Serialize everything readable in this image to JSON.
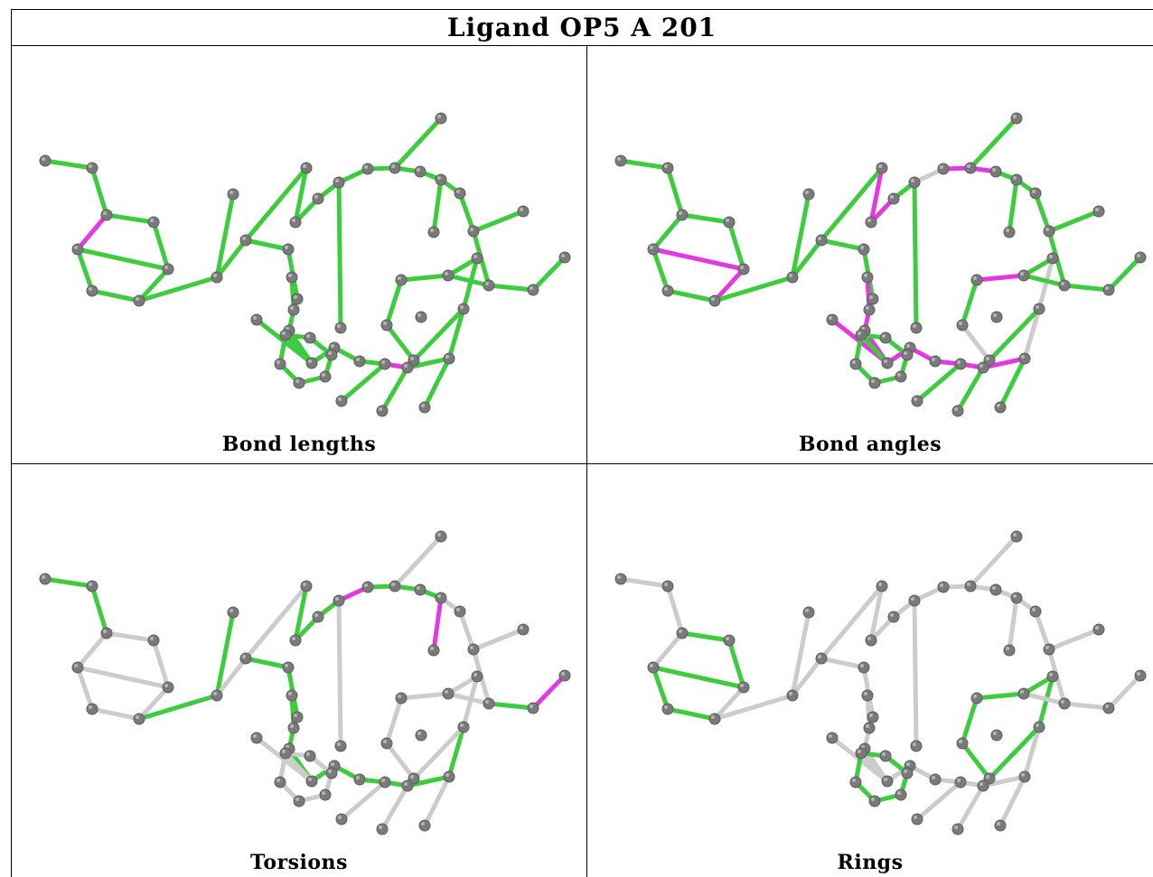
{
  "title": "Ligand OP5 A 201",
  "colors": {
    "ok": "#3dcc3d",
    "outlier": "#e23ae2",
    "neutral": "#cccccc",
    "atom": "#7a7a7a"
  },
  "panels": [
    {
      "caption": "Bond lengths",
      "outliers": [
        [
          2,
          5
        ],
        [
          38,
          39
        ]
      ],
      "green": "all"
    },
    {
      "caption": "Bond angles",
      "outliers": [
        [
          5,
          4
        ],
        [
          4,
          7
        ],
        [
          8,
          13
        ],
        [
          13,
          14
        ],
        [
          14,
          15
        ],
        [
          15,
          16
        ],
        [
          16,
          17
        ],
        [
          16,
          45
        ],
        [
          17,
          18
        ],
        [
          18,
          38
        ],
        [
          38,
          39
        ],
        [
          39,
          41
        ],
        [
          19,
          20
        ],
        [
          20,
          21
        ],
        [
          23,
          24
        ],
        [
          24,
          25
        ],
        [
          32,
          34
        ],
        [
          34,
          35
        ]
      ],
      "neutral": [
        [
          42,
          41
        ],
        [
          42,
          43
        ],
        [
          42,
          44
        ],
        [
          22,
          23
        ],
        [
          36,
          37
        ],
        [
          37,
          35
        ]
      ],
      "green": "rest"
    },
    {
      "caption": "Torsions",
      "outliers": [
        [
          22,
          23
        ],
        [
          26,
          27
        ],
        [
          27,
          28
        ],
        [
          28,
          31
        ],
        [
          32,
          33
        ]
      ],
      "green": [
        [
          0,
          1
        ],
        [
          1,
          2
        ],
        [
          7,
          8
        ],
        [
          8,
          9
        ],
        [
          10,
          11
        ],
        [
          11,
          12
        ],
        [
          12,
          13
        ],
        [
          13,
          14
        ],
        [
          14,
          15
        ],
        [
          15,
          16
        ],
        [
          16,
          17
        ],
        [
          17,
          18
        ],
        [
          18,
          38
        ],
        [
          38,
          39
        ],
        [
          39,
          41
        ],
        [
          41,
          42
        ],
        [
          19,
          20
        ],
        [
          20,
          21
        ],
        [
          21,
          22
        ],
        [
          23,
          24
        ],
        [
          24,
          25
        ],
        [
          25,
          26
        ],
        [
          26,
          29
        ],
        [
          30,
          31
        ],
        [
          31,
          32
        ],
        [
          33,
          34
        ],
        [
          34,
          37
        ]
      ],
      "green_default": false
    },
    {
      "caption": "Rings",
      "outliers": [],
      "green": [
        [
          2,
          3
        ],
        [
          3,
          4
        ],
        [
          4,
          5
        ],
        [
          5,
          6
        ],
        [
          6,
          7
        ],
        [
          7,
          2
        ],
        [
          46,
          47
        ],
        [
          47,
          48
        ],
        [
          48,
          49
        ],
        [
          49,
          50
        ],
        [
          50,
          51
        ],
        [
          51,
          46
        ],
        [
          34,
          35
        ],
        [
          35,
          36
        ],
        [
          36,
          37
        ],
        [
          37,
          42
        ],
        [
          42,
          43
        ],
        [
          43,
          34
        ]
      ],
      "green_default": false
    }
  ]
}
